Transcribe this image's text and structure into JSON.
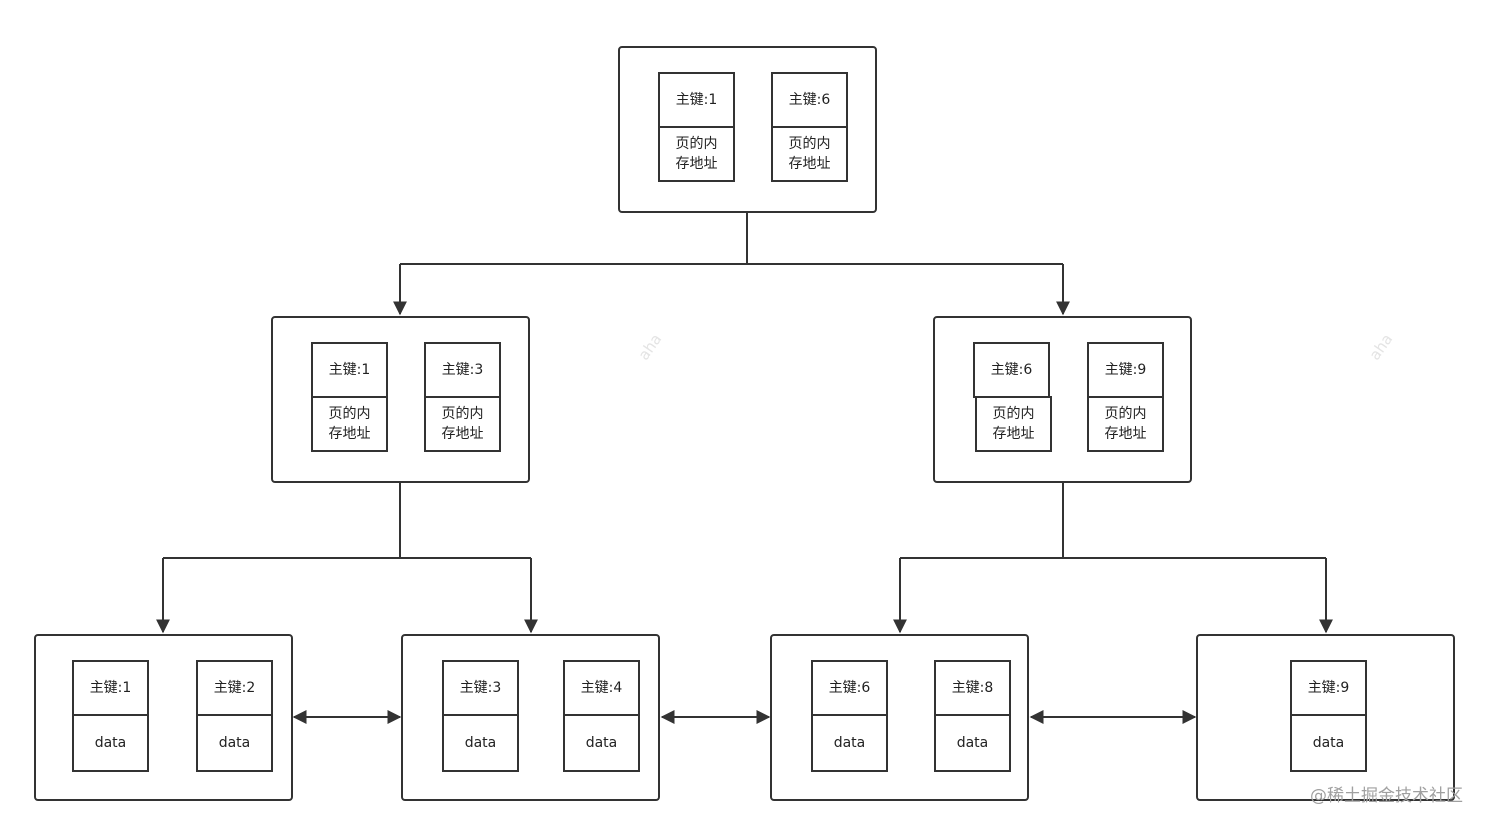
{
  "root": {
    "entries": [
      {
        "key": "主键:1",
        "addr": "页的内\n存地址"
      },
      {
        "key": "主键:6",
        "addr": "页的内\n存地址"
      }
    ]
  },
  "internal": [
    {
      "entries": [
        {
          "key": "主键:1",
          "addr": "页的内\n存地址"
        },
        {
          "key": "主键:3",
          "addr": "页的内\n存地址"
        }
      ]
    },
    {
      "entries": [
        {
          "key": "主键:6",
          "addr": "页的内\n存地址"
        },
        {
          "key": "主键:9",
          "addr": "页的内\n存地址"
        }
      ]
    }
  ],
  "leaves": [
    {
      "entries": [
        {
          "key": "主键:1",
          "value": "data"
        },
        {
          "key": "主键:2",
          "value": "data"
        }
      ]
    },
    {
      "entries": [
        {
          "key": "主键:3",
          "value": "data"
        },
        {
          "key": "主键:4",
          "value": "data"
        }
      ]
    },
    {
      "entries": [
        {
          "key": "主键:6",
          "value": "data"
        },
        {
          "key": "主键:8",
          "value": "data"
        }
      ]
    },
    {
      "entries": [
        {
          "key": "主键:9",
          "value": "data"
        }
      ]
    }
  ],
  "watermark": "@稀土掘金技术社区",
  "faint_marks": [
    "aha",
    "aha"
  ],
  "colors": {
    "line": "#333333",
    "watermark": "#a0a0a0"
  }
}
